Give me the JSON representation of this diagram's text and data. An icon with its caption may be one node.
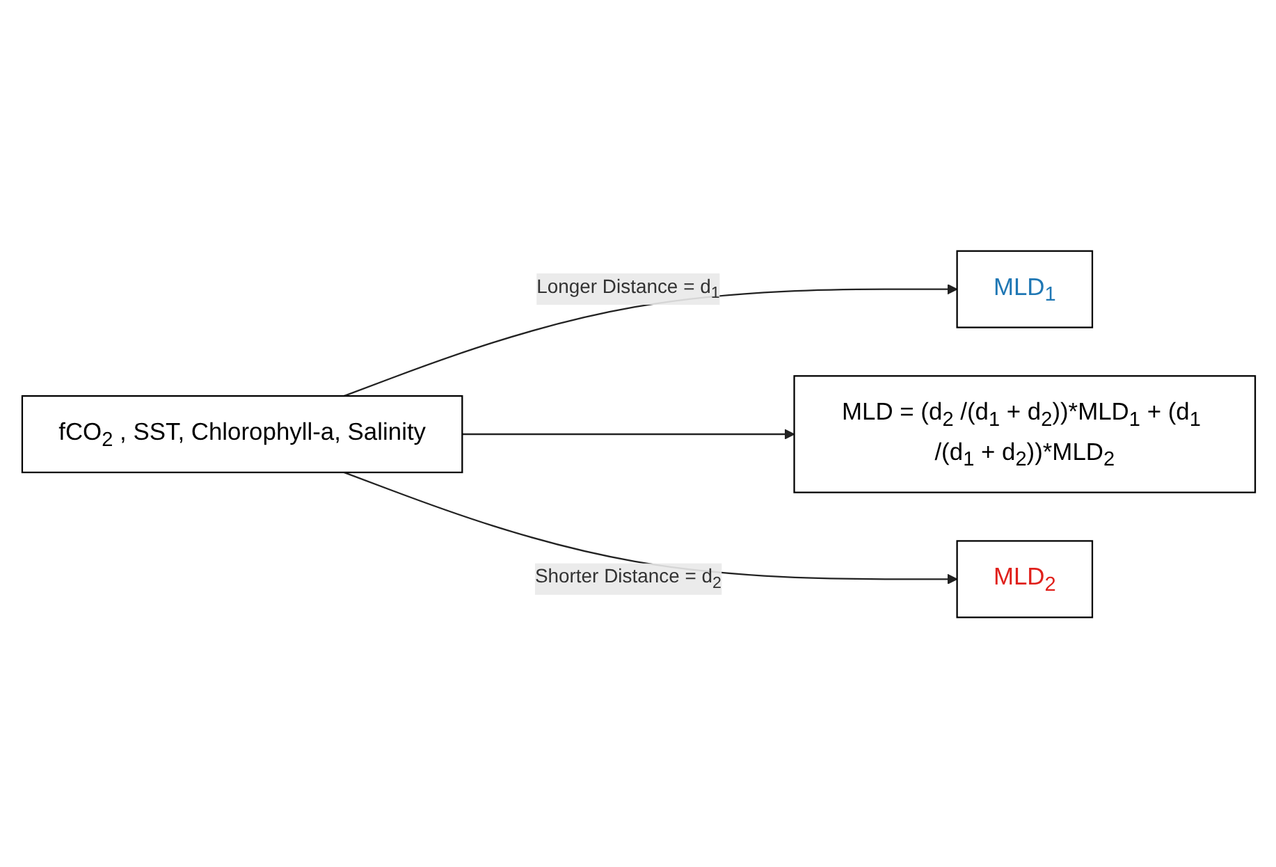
{
  "diagram": {
    "nodes": [
      {
        "text": [
          "MLD$_{1}$"
        ]
      },
      {
        "text": [
          "fCO$_{2}$ , SST, Chlorophyll-a, Salinity"
        ]
      },
      {
        "text": [
          "MLD = (d$_{2}$ /(d$_{1}$ + d$_{2}$))*MLD$_{1}$ + (d$_{1}$ /(d$_{1}$ + d$_{2}$))*MLD$_{2}$"
        ]
      },
      {
        "text": [
          "MLD$_{2}$"
        ]
      }
    ],
    "edges": [
      {
        "from": 1,
        "to": 0,
        "arrow": "to",
        "label": "Longer Distance = d$_{1}$"
      },
      {
        "from": 1,
        "to": 2,
        "arrow": "to"
      },
      {
        "from": 1,
        "to": 3,
        "arrow": "to",
        "label": "Shorter Distance = d$_{2}$"
      }
    ]
  }
}
